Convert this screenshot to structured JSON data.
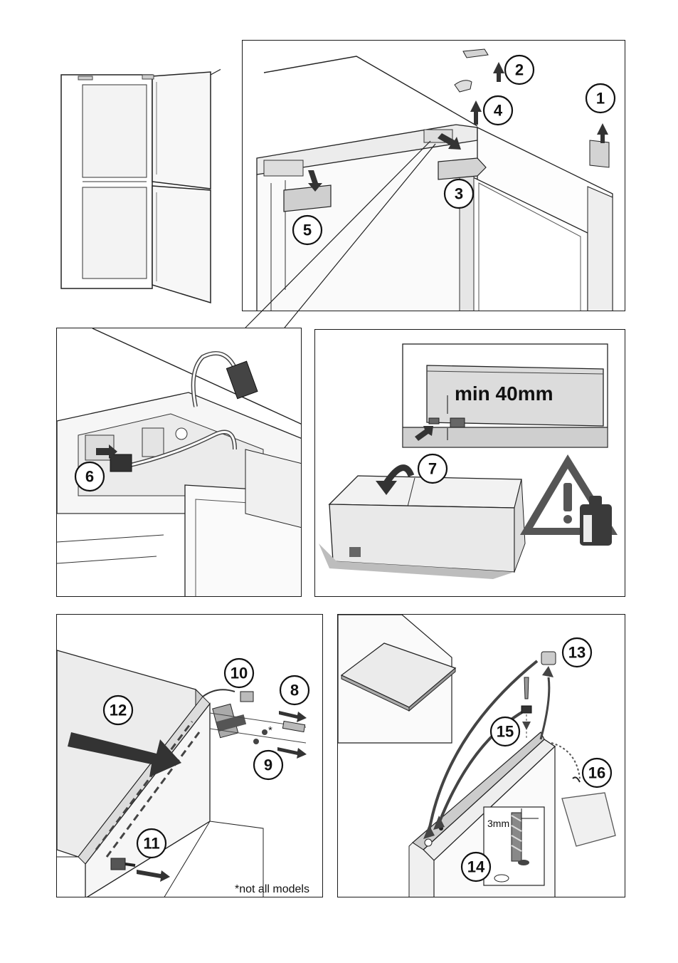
{
  "steps": {
    "s1": "1",
    "s2": "2",
    "s3": "3",
    "s4": "4",
    "s5": "5",
    "s6": "6",
    "s7": "7",
    "s8": "8",
    "s9": "9",
    "s10": "10",
    "s11": "11",
    "s12": "12",
    "s13": "13",
    "s14": "14",
    "s15": "15",
    "s16": "16"
  },
  "labels": {
    "min_clearance": "min 40mm",
    "drill_size": "3mm",
    "asterisk": "*",
    "footnote": "*not all models"
  },
  "icons": {
    "warning": "warning-triangle-icon",
    "weight": "weight-icon"
  },
  "colors": {
    "line": "#1a1a1a",
    "fill_light": "#e9e9e9",
    "fill_mid": "#cfcfcf",
    "arrow": "#3a3a3a"
  }
}
